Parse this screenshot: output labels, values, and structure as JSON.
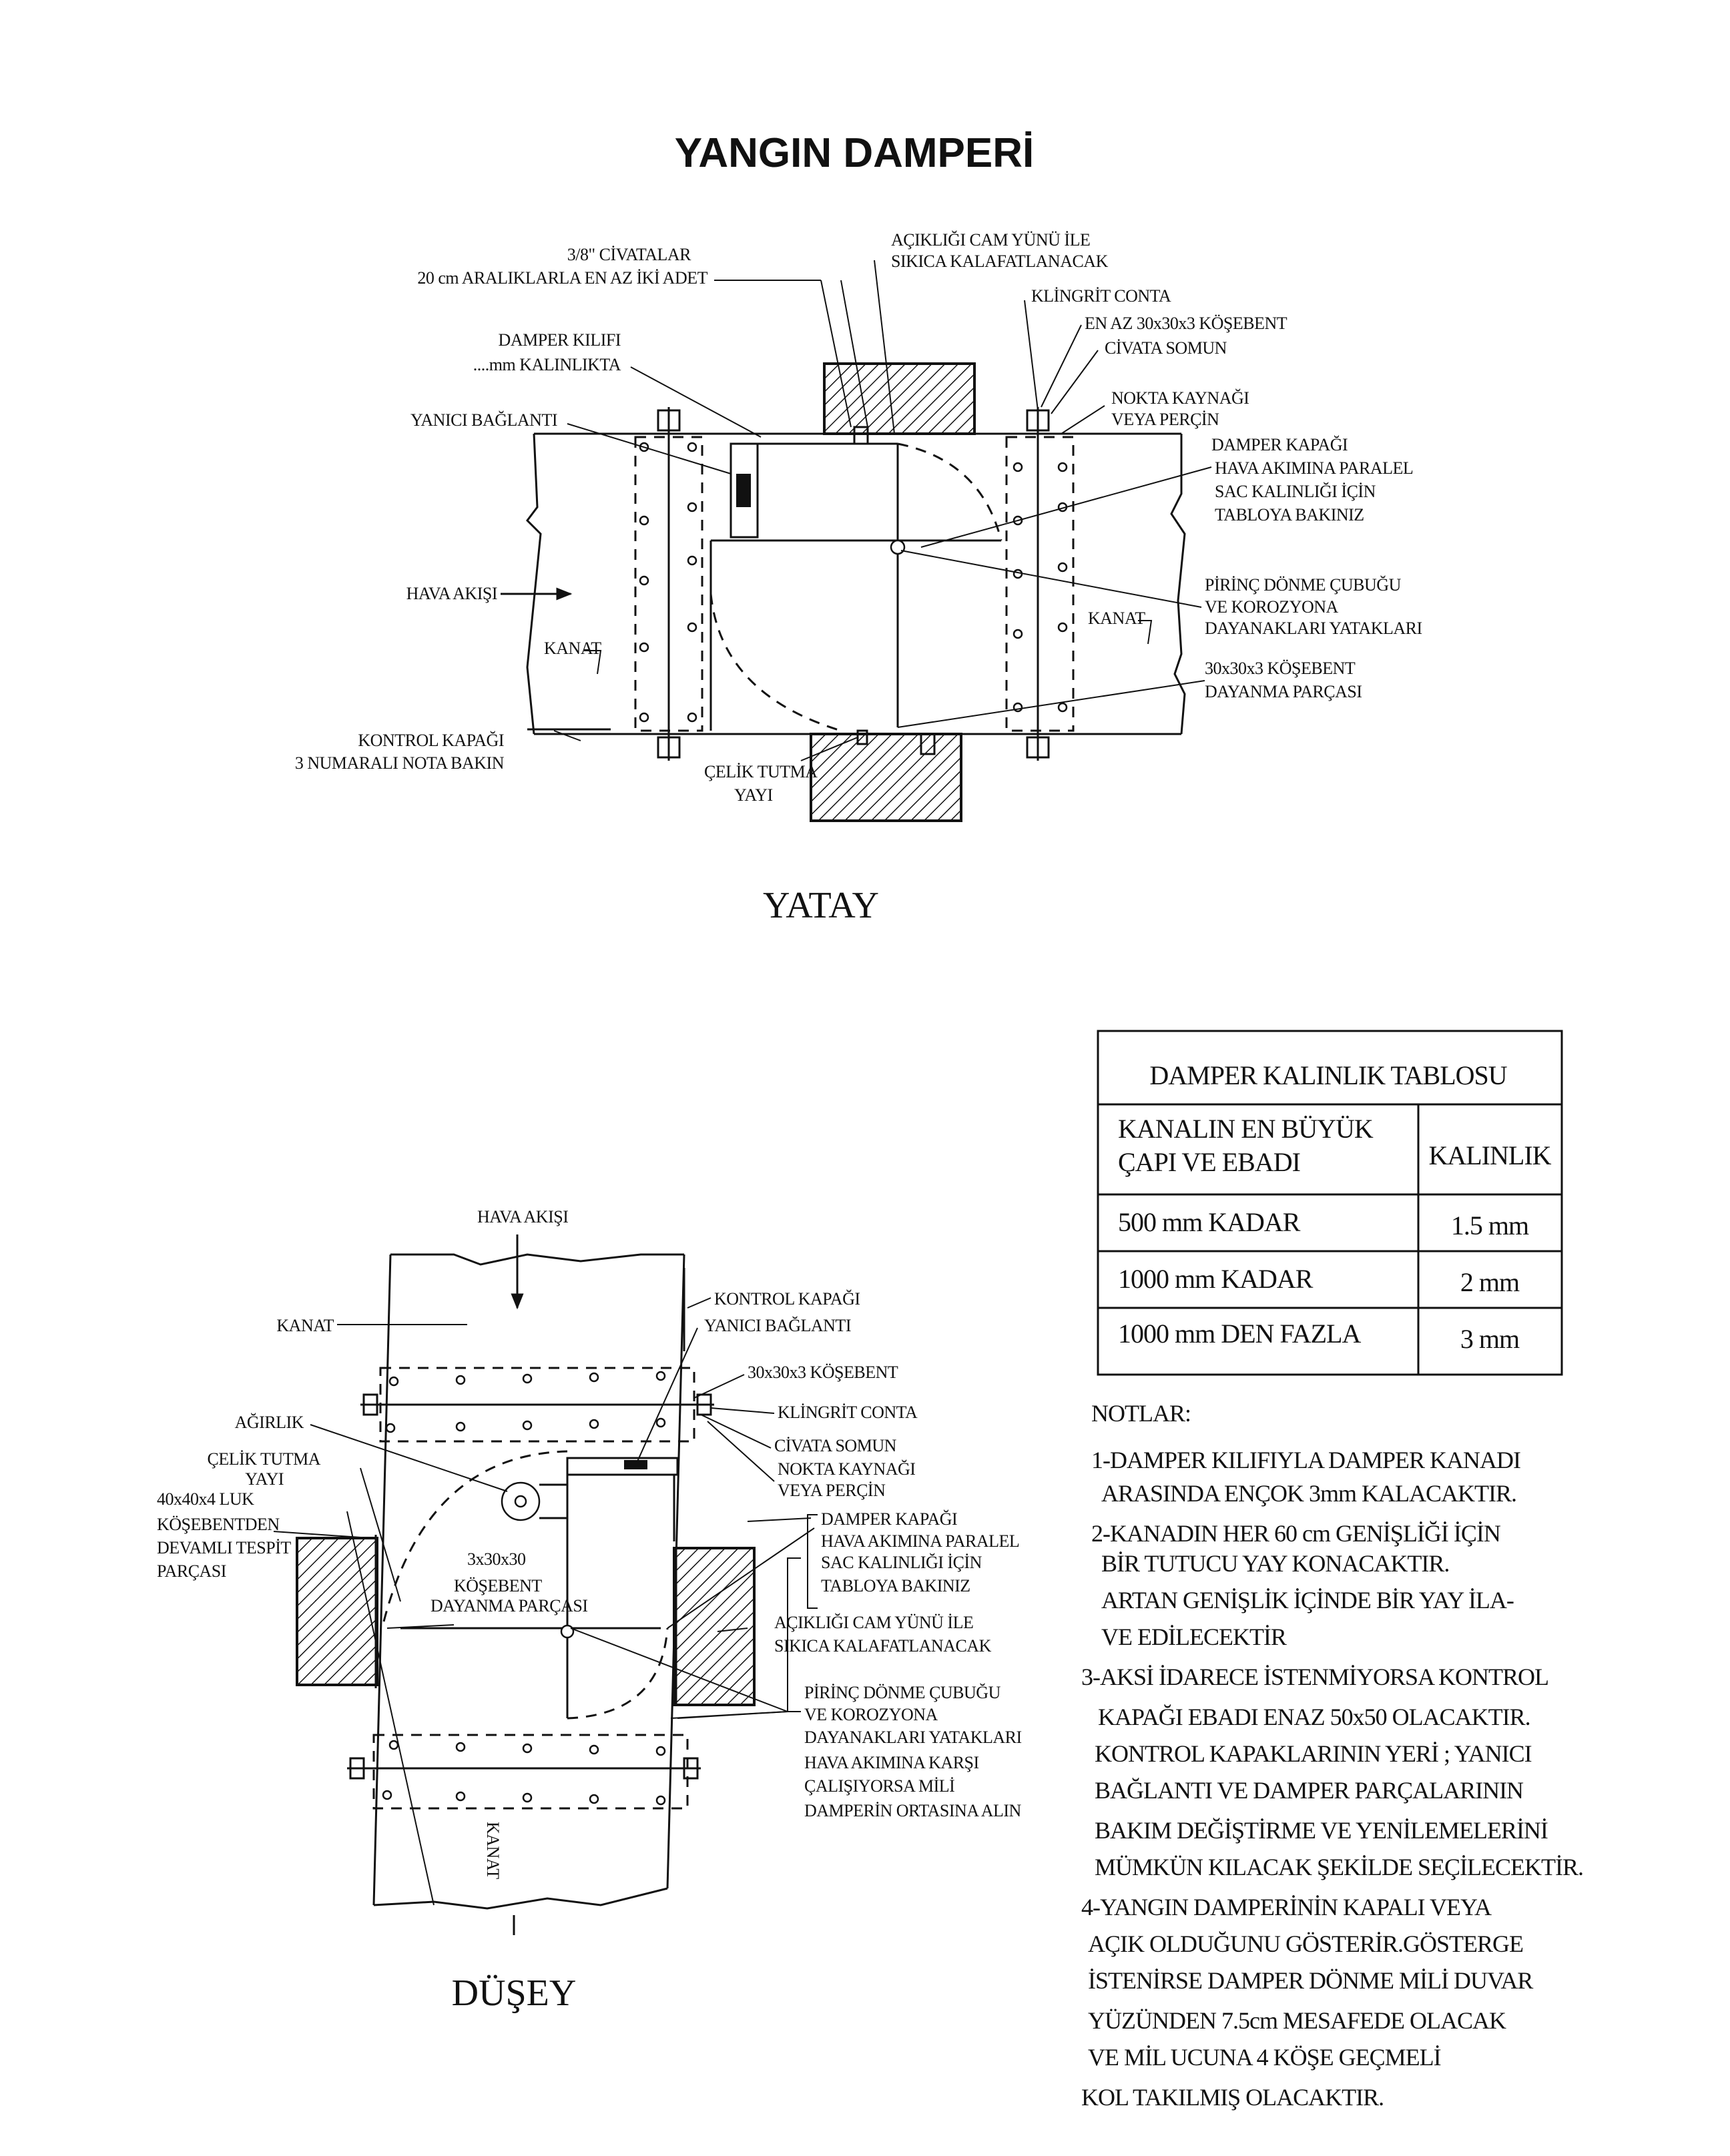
{
  "title": "YANGIN DAMPERİ",
  "horizontal": {
    "caption": "YATAY",
    "labels": {
      "bolts_1": "3/8\" CİVATALAR",
      "bolts_2": "20 cm ARALIKLARLA EN AZ İKİ ADET",
      "glasswool_1": "AÇIKLIĞI CAM YÜNÜ İLE",
      "glasswool_2": "SIKICA KALAFATLANACAK",
      "klingrit": "KLİNGRİT CONTA",
      "angle": "EN AZ 30x30x3 KÖŞEBENT",
      "nut": "CİVATA SOMUN",
      "sleeve_1": "DAMPER KILIFI",
      "sleeve_2": "....mm KALINLIKTA",
      "spot_1": "NOKTA KAYNAĞI",
      "spot_2": "VEYA PERÇİN",
      "fusible": "YANICI BAĞLANTI",
      "cover_1": "DAMPER KAPAĞI",
      "cover_2": "HAVA AKIMINA PARALEL",
      "cover_3": "SAC KALINLIĞI İÇİN",
      "cover_4": "TABLOYA BAKINIZ",
      "airflow": "HAVA AKIŞI",
      "shaft_1": "PİRİNÇ DÖNME ÇUBUĞU",
      "shaft_2": "VE KOROZYONA",
      "shaft_3": "DAYANAKLARI YATAKLARI",
      "blade_left": "KANAT",
      "blade_right": "KANAT",
      "stop_1": "30x30x3 KÖŞEBENT",
      "stop_2": "DAYANMA PARÇASI",
      "access_1": "KONTROL KAPAĞI",
      "access_2": "3 NUMARALI NOTA BAKIN",
      "spring_1": "ÇELİK TUTMA",
      "spring_2": "YAYI"
    }
  },
  "vertical": {
    "caption": "DÜŞEY",
    "labels": {
      "airflow": "HAVA AKIŞI",
      "blade": "KANAT",
      "access": "KONTROL KAPAĞI",
      "fusible": "YANICI BAĞLANTI",
      "angle": "30x30x3 KÖŞEBENT",
      "klingrit": "KLİNGRİT CONTA",
      "weight": "AĞIRLIK",
      "nut": "CİVATA SOMUN",
      "spring_1": "ÇELİK TUTMA",
      "spring_2": "YAYI",
      "spot_1": "NOKTA KAYNAĞI",
      "spot_2": "VEYA PERÇİN",
      "angle40_1": "40x40x4 LUK",
      "angle40_2": "KÖŞEBENTDEN",
      "angle40_3": "DEVAMLI TESPİT",
      "angle40_4": "PARÇASI",
      "cover_1": "DAMPER KAPAĞI",
      "cover_2": "HAVA AKIMINA PARALEL",
      "cover_3": "SAC KALINLIĞI İÇİN",
      "cover_4": "TABLOYA BAKINIZ",
      "stop_1": "3x30x30",
      "stop_2": "KÖŞEBENT",
      "stop_3": "DAYANMA PARÇASI",
      "glasswool_1": "AÇIKLIĞI CAM YÜNÜ İLE",
      "glasswool_2": "SIKICA KALAFATLANACAK",
      "shaft_1": "PİRİNÇ DÖNME ÇUBUĞU",
      "shaft_2": "VE KOROZYONA",
      "shaft_3": "DAYANAKLARI YATAKLARI",
      "shaft_4": "HAVA AKIMINA KARŞI",
      "shaft_5": "ÇALIŞIYORSA MİLİ",
      "shaft_6": "DAMPERİN ORTASINA ALIN",
      "blade_bottom": "KANAT"
    }
  },
  "table": {
    "title": "DAMPER KALINLIK TABLOSU",
    "header_col1_line1": "KANALIN EN BÜYÜK",
    "header_col1_line2": "ÇAPI VE EBADI",
    "header_col2": "KALINLIK",
    "rows": [
      {
        "size": "500 mm KADAR",
        "thickness": "1.5 mm"
      },
      {
        "size": "1000 mm KADAR",
        "thickness": "2 mm"
      },
      {
        "size": "1000 mm DEN FAZLA",
        "thickness": "3 mm"
      }
    ]
  },
  "notes": {
    "heading": "NOTLAR:",
    "lines": [
      "1-DAMPER KILIFIYLA  DAMPER KANADI",
      "ARASINDA ENÇOK 3mm KALACAKTIR.",
      "2-KANADIN HER 60 cm GENİŞLİĞİ İÇİN",
      "BİR TUTUCU YAY KONACAKTIR.",
      "ARTAN GENİŞLİK İÇİNDE BİR YAY İLA-",
      "VE EDİLECEKTİR",
      "3-AKSİ İDARECE İSTENMİYORSA KONTROL",
      "KAPAĞI EBADI ENAZ 50x50 OLACAKTIR.",
      "KONTROL KAPAKLARININ YERİ ; YANICI",
      "BAĞLANTI VE DAMPER PARÇALARININ",
      "BAKIM DEĞİŞTİRME VE YENİLEMELERİNİ",
      "MÜMKÜN KILACAK ŞEKİLDE SEÇİLECEKTİR.",
      "4-YANGIN DAMPERİNİN KAPALI VEYA",
      "AÇIK OLDUĞUNU GÖSTERİR.GÖSTERGE",
      "İSTENİRSE DAMPER DÖNME MİLİ DUVAR",
      "YÜZÜNDEN 7.5cm MESAFEDE OLACAK",
      "VE MİL UCUNA 4 KÖŞE GEÇMELİ",
      "KOL TAKILMIŞ OLACAKTIR."
    ]
  }
}
